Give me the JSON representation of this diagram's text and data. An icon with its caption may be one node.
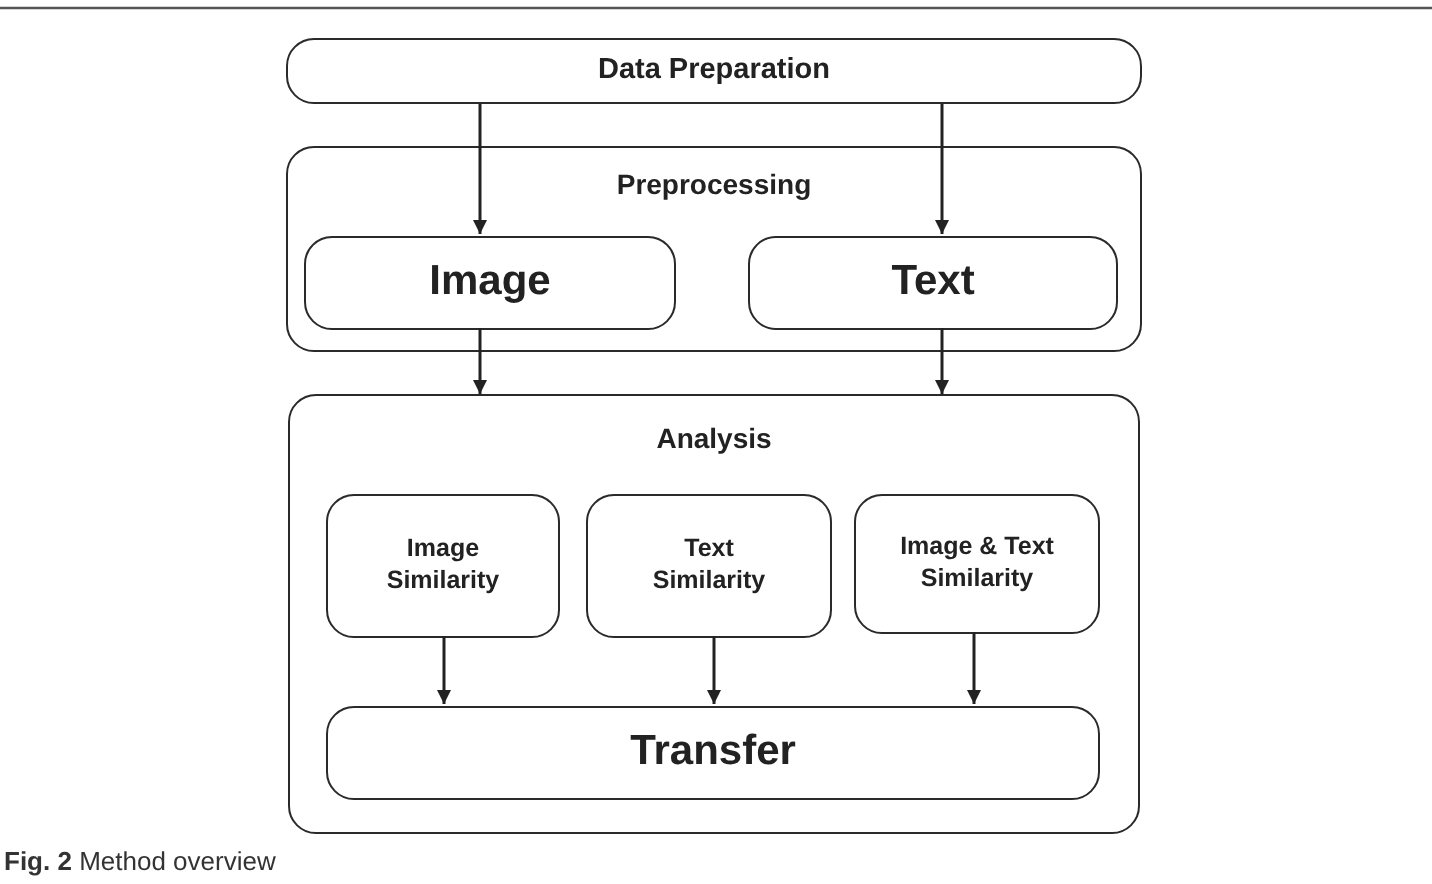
{
  "diagram": {
    "caption": "**Fig. 2** Method overview",
    "nodes": [
      {
        "text": [
          "Data Preparation"
        ]
      },
      {
        "text": [
          "Preprocessing"
        ]
      },
      {
        "text": [
          "Image"
        ],
        "in": 1
      },
      {
        "text": [
          "Text"
        ],
        "in": 1
      },
      {
        "text": [
          "Analysis"
        ]
      },
      {
        "text": [
          "Image Similarity"
        ],
        "in": 4
      },
      {
        "text": [
          "Text Similarity"
        ],
        "in": 4
      },
      {
        "text": [
          "Image & Text Similarity"
        ],
        "in": 4
      },
      {
        "text": [
          "Transfer"
        ],
        "in": 4
      }
    ],
    "edges": [
      {
        "from": 0,
        "to": 2,
        "arrow": "to"
      },
      {
        "from": 0,
        "to": 3,
        "arrow": "to"
      },
      {
        "from": 2,
        "to": 4,
        "arrow": "to"
      },
      {
        "from": 3,
        "to": 4,
        "arrow": "to"
      },
      {
        "from": 5,
        "to": 8,
        "arrow": "to"
      },
      {
        "from": 6,
        "to": 8,
        "arrow": "to"
      },
      {
        "from": 7,
        "to": 8,
        "arrow": "to"
      }
    ]
  }
}
